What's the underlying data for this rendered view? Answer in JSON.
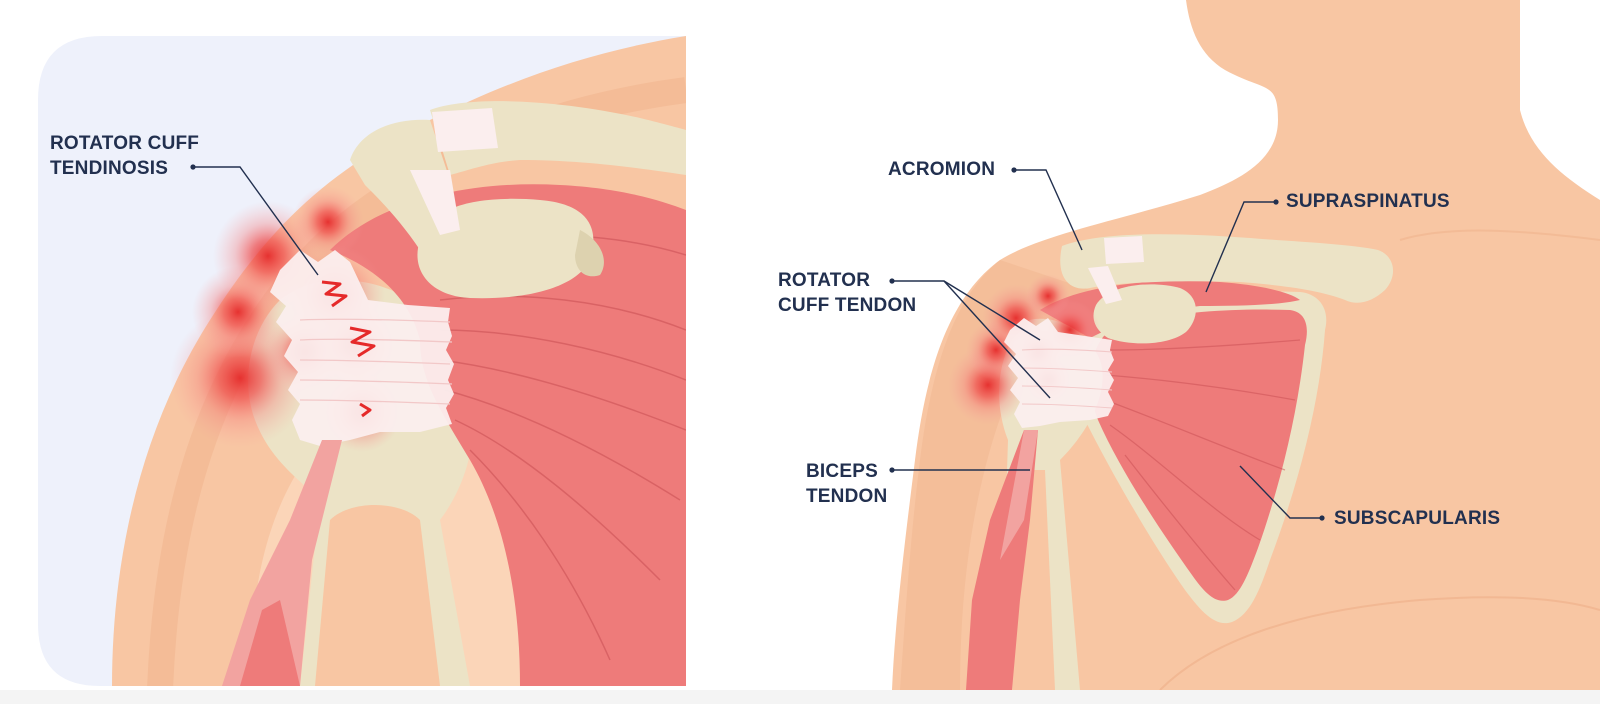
{
  "colors": {
    "skin": "#f8c6a3",
    "skin_light": "#fbd5b8",
    "skin_shadow": "#f0b48e",
    "bone": "#ece3c6",
    "bone_shadow": "#ddd2af",
    "muscle": "#ee7b7a",
    "muscle_line": "#c94f53",
    "tendon": "#fbeeee",
    "pain": "#e52a2a",
    "panel_bg": "#eef1fb",
    "label": "#22304f"
  },
  "left_panel": {
    "labels": {
      "rotator_cuff_tendinosis": {
        "line1": "ROTATOR CUFF",
        "line2": "TENDINOSIS"
      }
    }
  },
  "right_panel": {
    "labels": {
      "acromion": "ACROMION",
      "supraspinatus": "SUPRASPINATUS",
      "rotator_cuff_tendon": {
        "line1": "ROTATOR",
        "line2": "CUFF TENDON"
      },
      "biceps_tendon": {
        "line1": "BICEPS",
        "line2": "TENDON"
      },
      "subscapularis": "SUBSCAPULARIS"
    }
  }
}
